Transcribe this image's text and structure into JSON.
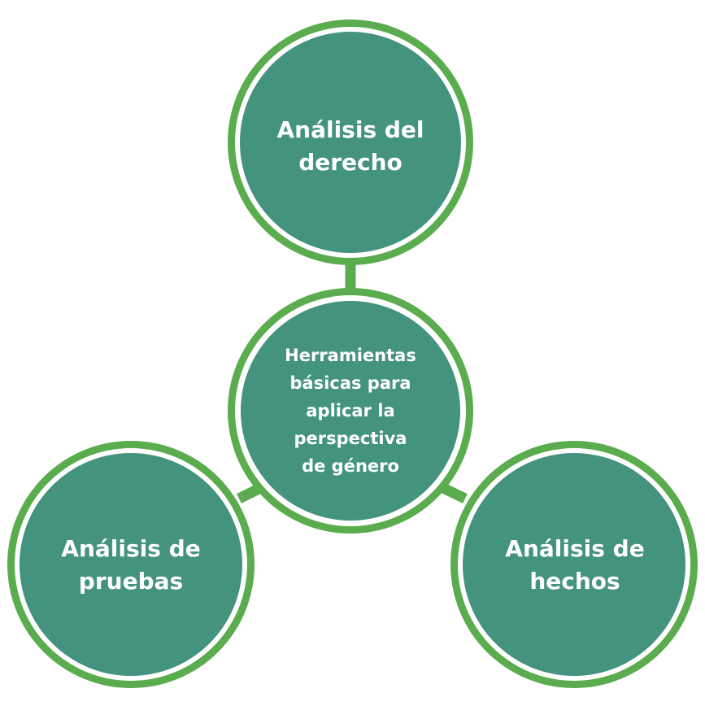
{
  "colors": {
    "ring": "#5aac4e",
    "fill": "#44937f",
    "gap": "#ffffff",
    "text": "#ffffff"
  },
  "nodes": {
    "center": {
      "lines": [
        "Herramientas",
        "básicas para",
        "aplicar la",
        "perspectiva",
        "de género"
      ]
    },
    "top": {
      "lines": [
        "Análisis del",
        "derecho"
      ]
    },
    "left": {
      "lines": [
        "Análisis de",
        "pruebas"
      ]
    },
    "right": {
      "lines": [
        "Análisis de",
        "hechos"
      ]
    }
  }
}
